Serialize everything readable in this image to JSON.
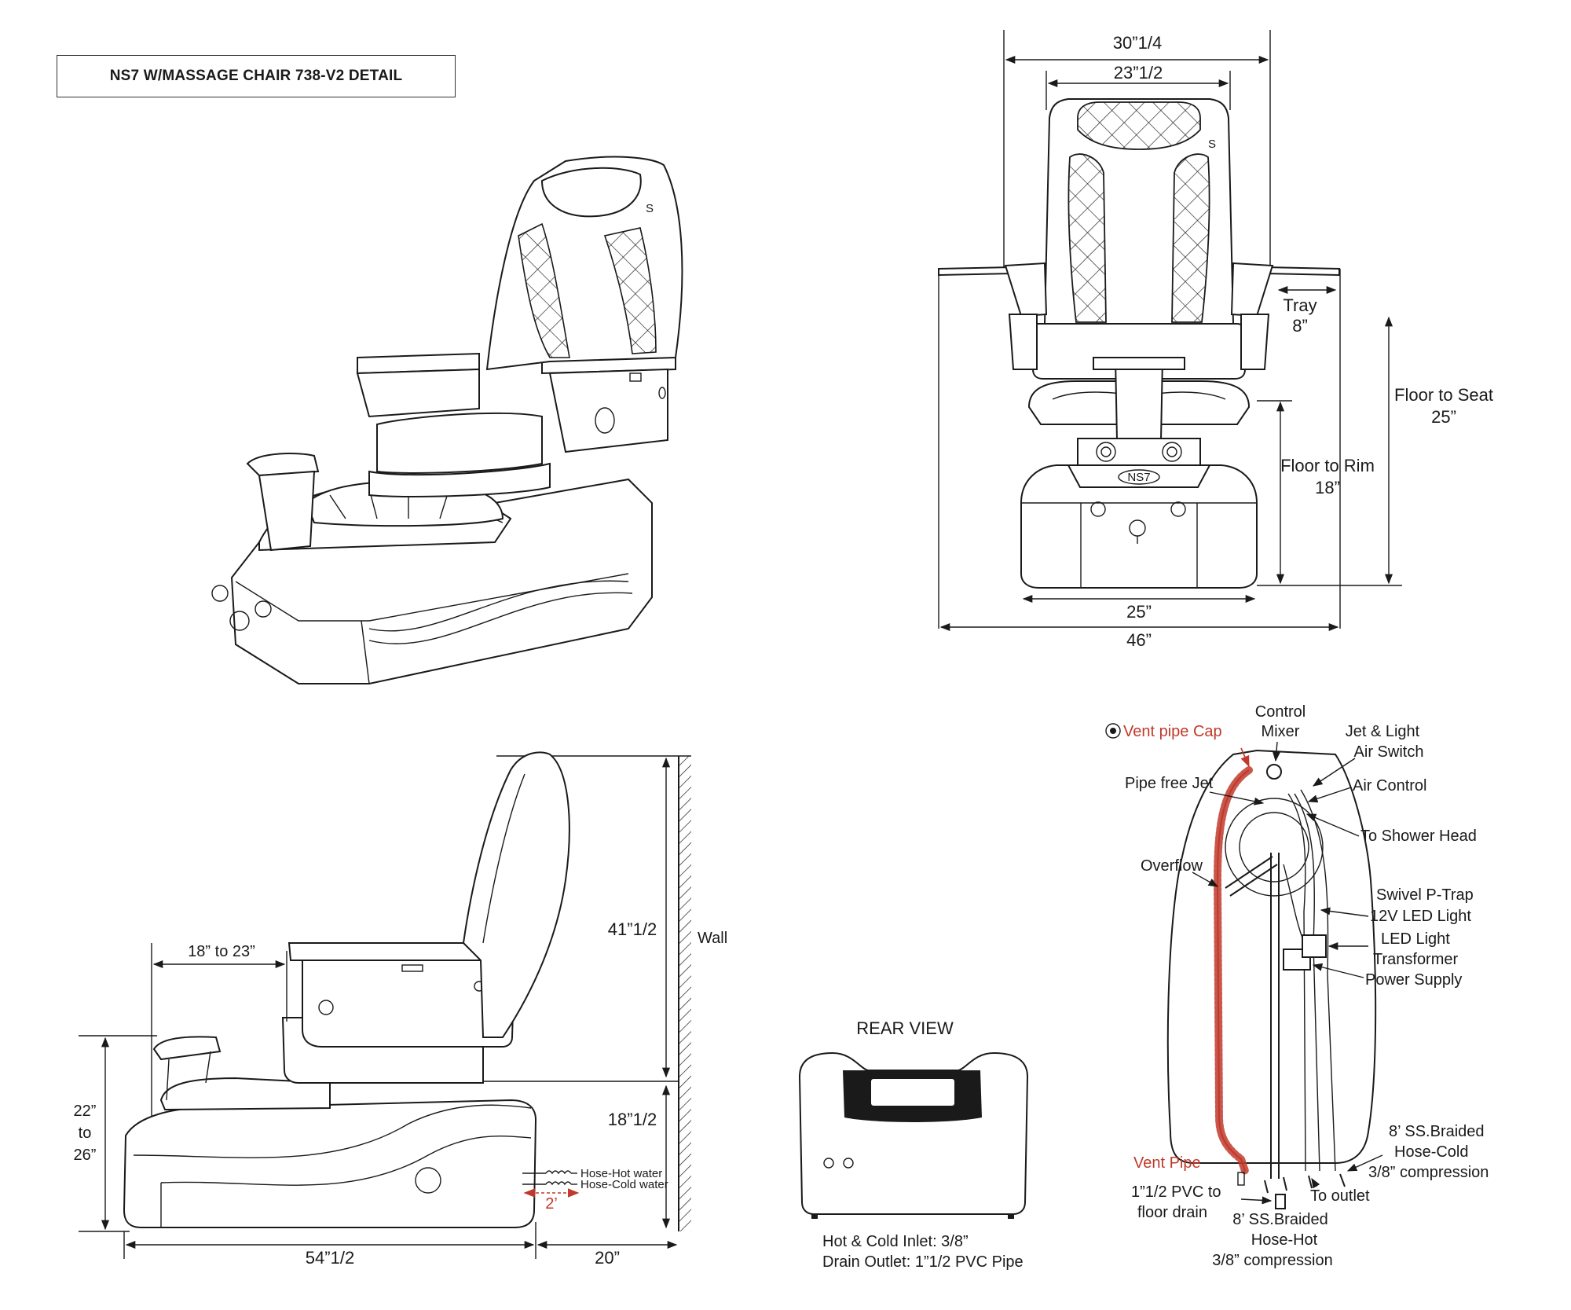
{
  "title": "NS7 W/MASSAGE CHAIR 738-V2 DETAIL",
  "front_view": {
    "dim_total_width": "30”1/4",
    "dim_back_width": "23”1/2",
    "tray_label": "Tray",
    "tray_value": "8”",
    "floor_to_seat_label": "Floor to Seat",
    "floor_to_seat_value": "25”",
    "floor_to_rim_label": "Floor to Rim",
    "floor_to_rim_value": "18”",
    "base_width": "25”",
    "overall_width": "46”",
    "brand_mark": "NS7"
  },
  "side_view": {
    "footrest_range": "18” to 23”",
    "height_upper": "41”1/2",
    "height_lower": "18”1/2",
    "wall_label": "Wall",
    "footrest_height_1": "22”",
    "footrest_height_2": "to",
    "footrest_height_3": "26”",
    "hose_hot": "Hose-Hot water",
    "hose_cold": "Hose-Cold water",
    "hose_gap": "2’",
    "length": "54”1/2",
    "clearance": "20”"
  },
  "rear_view": {
    "heading": "REAR VIEW",
    "note_1": "Hot & Cold Inlet: 3/8”",
    "note_2": "Drain Outlet: 1”1/2 PVC Pipe"
  },
  "plumbing": {
    "vent_cap": "Vent pipe Cap",
    "control_mixer_1": "Control",
    "control_mixer_2": "Mixer",
    "jet_light_1": "Jet & Light",
    "jet_light_2": "Air Switch",
    "pipe_free_jet": "Pipe free Jet",
    "air_control": "Air Control",
    "shower_head": "To Shower Head",
    "overflow": "Overflow",
    "p_trap": "Swivel P-Trap",
    "led_12v": "12V LED Light",
    "led_transformer_1": "LED Light",
    "led_transformer_2": "Transformer",
    "power_supply": "Power Supply",
    "cold_hose_1": "8’ SS.Braided",
    "cold_hose_2": "Hose-Cold",
    "cold_hose_3": "3/8” compression",
    "vent_pipe": "Vent Pipe",
    "pvc_1": "1”1/2 PVC to",
    "pvc_2": "floor drain",
    "to_outlet": "To outlet",
    "hot_hose_1": "8’ SS.Braided",
    "hot_hose_2": "Hose-Hot",
    "hot_hose_3": "3/8” compression"
  },
  "colors": {
    "line": "#1a1a1a",
    "vent_red": "#c0392b"
  }
}
